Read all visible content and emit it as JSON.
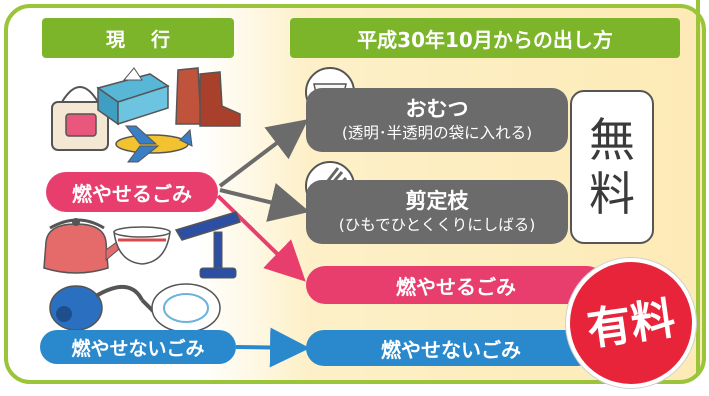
{
  "header": {
    "current_label": "現行",
    "new_label": "平成30年10月からの出し方"
  },
  "left": {
    "burnable": "燃やせるごみ",
    "non_burnable": "燃やせないごみ"
  },
  "right": {
    "diaper_title": "おむつ",
    "diaper_note": "(透明･半透明の袋に入れる)",
    "pruning_title": "剪定枝",
    "pruning_note": "(ひもでひとくくりにしばる)",
    "free_label_1": "無",
    "free_label_2": "料",
    "burnable": "燃やせるごみ",
    "non_burnable": "燃やせないごみ",
    "paid_label": "有料"
  },
  "icons": [
    "handbag-icon",
    "tissue-box-icon",
    "boots-icon",
    "toy-airplane-icon",
    "kettle-icon",
    "rice-bowl-icon",
    "desk-lamp-icon",
    "vacuum-cleaner-icon",
    "plate-icon",
    "diaper-icon",
    "branches-icon"
  ],
  "colors": {
    "green": "#7cb52a",
    "pink": "#e83e6e",
    "blue": "#2a89cc",
    "gray": "#6b6b6b",
    "red": "#e8243a"
  }
}
